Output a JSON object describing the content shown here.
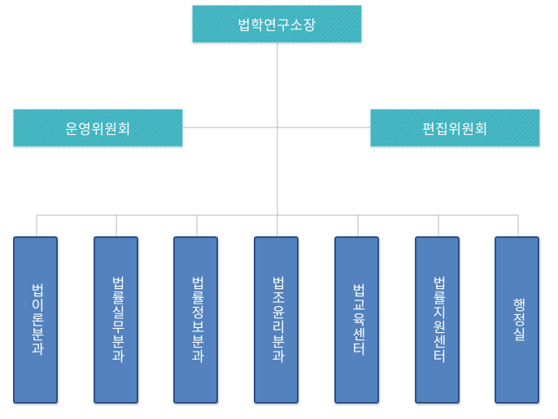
{
  "org_chart": {
    "top": {
      "label": "법학연구소장"
    },
    "committees": [
      {
        "label": "운영위원회"
      },
      {
        "label": "편집위원회"
      }
    ],
    "departments": [
      {
        "label": "법이론분과"
      },
      {
        "label": "법률실무분과"
      },
      {
        "label": "법률정보분과"
      },
      {
        "label": "법조윤리분과"
      },
      {
        "label": "법교육센터"
      },
      {
        "label": "법률지원센터"
      },
      {
        "label": "행정실"
      }
    ],
    "colors": {
      "top_fill": "#3fb3bf",
      "committee_fill": "#3fb3bf",
      "department_fill": "#5382be",
      "department_border": "#2b4f86",
      "connector": "#b9b9b9"
    }
  }
}
